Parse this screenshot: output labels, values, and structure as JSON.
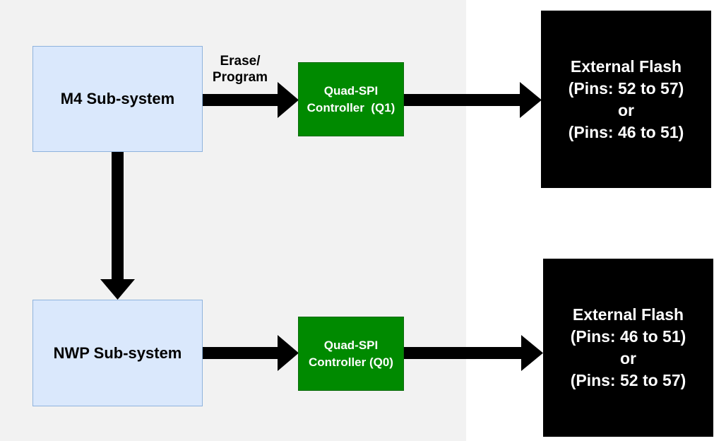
{
  "m4": {
    "label": "M4 Sub-system"
  },
  "nwp": {
    "label": "NWP Sub-system"
  },
  "erase_label": {
    "line1": "Erase/",
    "line2": "Program"
  },
  "qspi_q1": {
    "line1": "Quad-SPI",
    "line2": "Controller  (Q1)"
  },
  "qspi_q0": {
    "line1": "Quad-SPI",
    "line2": "Controller (Q0)"
  },
  "flash_top": {
    "line1": "External Flash",
    "line2": "(Pins: 52 to 57)",
    "line3": "or",
    "line4": "(Pins: 46 to 51)"
  },
  "flash_bottom": {
    "line1": "External Flash",
    "line2": "(Pins: 46 to 51)",
    "line3": "or",
    "line4": "(Pins: 52 to 57)"
  },
  "colors": {
    "chip_bg": "#f2f2f2",
    "subsystem_fill": "#dae8fc",
    "subsystem_border": "#8fb3dd",
    "controller_fill": "#008a00",
    "flash_fill": "#000000",
    "arrow": "#000000"
  }
}
